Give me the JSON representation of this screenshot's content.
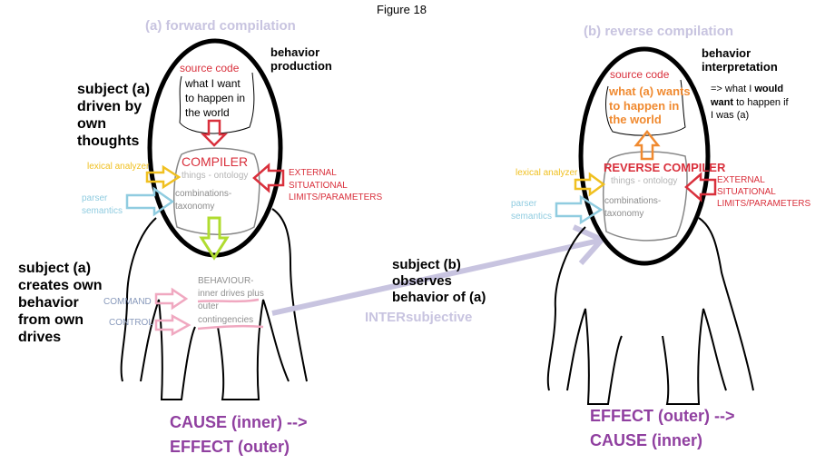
{
  "figure_title": "Figure 18",
  "colors": {
    "lavender": "#c8c4e0",
    "red": "#d9303c",
    "orange": "#f08a30",
    "yellow": "#f0c020",
    "cyan": "#90cce0",
    "green": "#b0dc30",
    "pink": "#f0a8c0",
    "purple": "#9040a0",
    "gray": "#8c8c8c",
    "lightgray": "#b4b4b4",
    "command_blue": "#8899bb"
  },
  "left": {
    "heading": "(a)  forward compilation",
    "role": [
      "behavior",
      "production"
    ],
    "subject_thoughts": [
      "subject (a)",
      "driven by",
      "own",
      "thoughts"
    ],
    "source_code": "source code",
    "source_text": [
      "what I want",
      "to happen in",
      "the world"
    ],
    "compiler": "COMPILER",
    "ontology": "things - ontology",
    "taxonomy": [
      "combinations-",
      "taxonomy"
    ],
    "lexical": "lexical analyzer",
    "parser": [
      "parser",
      "semantics"
    ],
    "external": [
      "EXTERNAL",
      "SITUATIONAL",
      "LIMITS/PARAMETERS"
    ],
    "subject_behavior": [
      "subject (a)",
      "creates own",
      "behavior",
      "from own",
      "drives"
    ],
    "command": "COMMAND",
    "control": "CONTROL",
    "behaviour": [
      "BEHAVIOUR-",
      "inner drives plus",
      "outer",
      "contingencies"
    ],
    "cause_effect": [
      "CAUSE (inner) -->",
      "EFFECT (outer)"
    ]
  },
  "middle": {
    "observer": [
      "subject (b)",
      "observes",
      "behavior of (a)"
    ],
    "intersubjective": "INTERsubjective"
  },
  "right": {
    "heading": "(b) reverse compilation",
    "role": [
      "behavior",
      "interpretation"
    ],
    "source_code": "source code",
    "source_text": [
      "what (a) wants",
      "to happen in",
      "the world"
    ],
    "interpretation": [
      "=> what I ",
      "would",
      "want",
      " to happen if",
      "I was (a)"
    ],
    "compiler": "REVERSE COMPILER",
    "ontology": "things - ontology",
    "taxonomy": [
      "combinations-",
      "taxonomy"
    ],
    "lexical": "lexical analyzer",
    "parser": [
      "parser",
      "semantics"
    ],
    "external": [
      "EXTERNAL",
      "SITUATIONAL",
      "LIMITS/PARAMETERS"
    ],
    "effect_cause": [
      "EFFECT (outer) -->",
      "CAUSE (inner)"
    ]
  }
}
